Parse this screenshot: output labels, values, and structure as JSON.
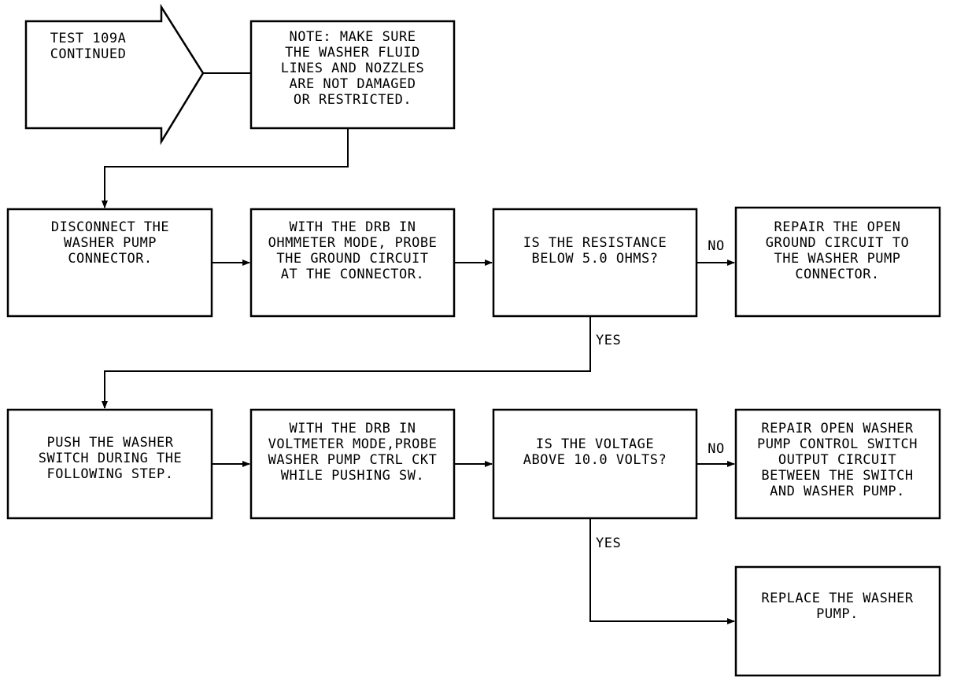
{
  "start": {
    "lines": [
      "TEST 109A",
      "CONTINUED"
    ]
  },
  "note": {
    "lines": [
      "NOTE:  MAKE SURE",
      "THE WASHER FLUID",
      "LINES AND NOZZLES",
      "ARE NOT DAMAGED",
      "OR RESTRICTED."
    ]
  },
  "row1": {
    "disconnect": {
      "lines": [
        "DISCONNECT THE",
        "WASHER PUMP",
        "CONNECTOR."
      ]
    },
    "ohmmeter": {
      "lines": [
        "WITH THE DRB IN",
        "OHMMETER MODE, PROBE",
        "THE GROUND CIRCUIT",
        "AT THE CONNECTOR."
      ]
    },
    "question": {
      "lines": [
        "IS THE RESISTANCE",
        "BELOW 5.0 OHMS?"
      ]
    },
    "repair": {
      "lines": [
        "REPAIR THE OPEN",
        "GROUND CIRCUIT TO",
        "THE WASHER PUMP",
        "CONNECTOR."
      ]
    },
    "no_label": "NO",
    "yes_label": "YES"
  },
  "row2": {
    "push": {
      "lines": [
        "PUSH THE WASHER",
        "SWITCH DURING THE",
        "FOLLOWING STEP."
      ]
    },
    "voltmeter": {
      "lines": [
        "WITH THE DRB IN",
        "VOLTMETER MODE,PROBE",
        "WASHER PUMP CTRL CKT",
        "WHILE PUSHING SW."
      ]
    },
    "question": {
      "lines": [
        "IS THE VOLTAGE",
        "ABOVE 10.0 VOLTS?"
      ]
    },
    "repair": {
      "lines": [
        "REPAIR OPEN WASHER",
        "PUMP CONTROL SWITCH",
        "OUTPUT CIRCUIT",
        "BETWEEN THE SWITCH",
        "AND WASHER PUMP."
      ]
    },
    "no_label": "NO",
    "yes_label": "YES"
  },
  "replace": {
    "lines": [
      "REPLACE THE WASHER",
      "PUMP."
    ]
  }
}
